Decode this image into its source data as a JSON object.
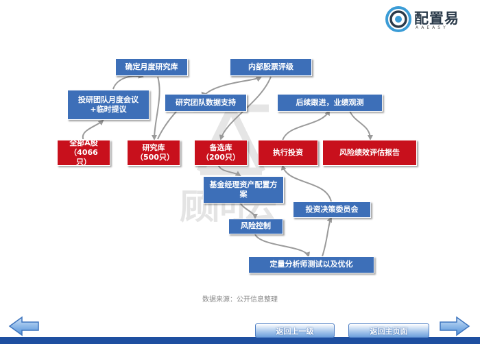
{
  "header": {
    "logo_name": "配置易",
    "logo_sub": "AAEASY"
  },
  "watermark": {
    "text": "顾问云"
  },
  "diagram": {
    "nodes": {
      "monthly_library": "确定月度研究库",
      "internal_rating": "内部股票评级",
      "team_meeting": "投研团队月度会议+临时提议",
      "team_data": "研究团队数据支持",
      "followup": "后续跟进，业绩观测",
      "all_a": "全部A股（4066只）",
      "research_lib": "研究库（500只）",
      "candidate_lib": "备选库（200只）",
      "execute": "执行投资",
      "risk_eval": "风险绩效评估报告",
      "fm_allocation": "基金经理资产配置方案",
      "committee": "投资决策委员会",
      "risk_control": "风险控制",
      "quant_test": "定量分析师测试以及优化"
    }
  },
  "footer": {
    "source": "数据来源：公开信息整理",
    "back_button": "返回上一级",
    "home_button": "返回主页面"
  },
  "colors": {
    "node_blue": "#3d6fb8",
    "node_red": "#c8101c",
    "connector": "#9a9a9a",
    "bottom_bar": "#1e4fa0"
  }
}
